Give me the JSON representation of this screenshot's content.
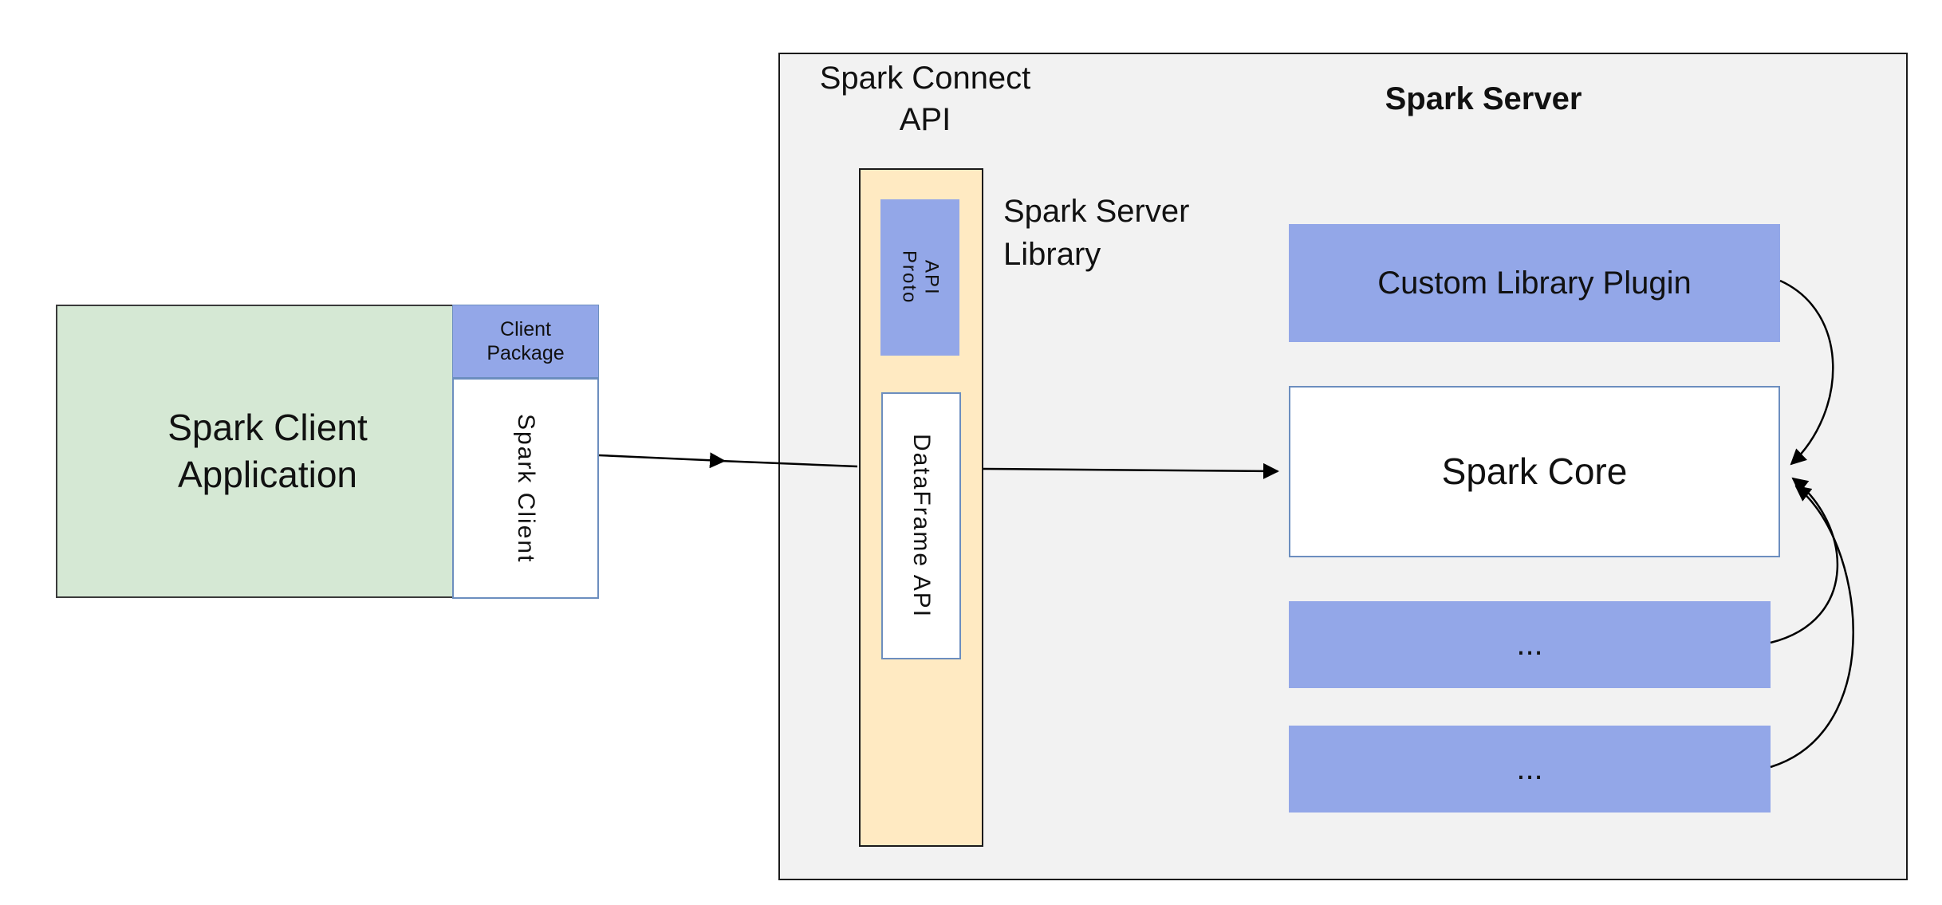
{
  "colors": {
    "blue-fill": "#93a7e8",
    "green-fill": "#d5e8d4",
    "yellow-fill": "#ffeac2",
    "gray-fill": "#f2f2f2",
    "blue-border": "#6c8ebf",
    "line": "#000000"
  },
  "client": {
    "app_label": "Spark Client Application",
    "package_label": "Client Package",
    "client_label": "Spark Client"
  },
  "server": {
    "connect_api_title": "Spark Connect API",
    "server_title": "Spark Server",
    "library_label": "Spark Server Library",
    "proto_api_label": "Proto API",
    "dataframe_api_label": "DataFrame API",
    "plugin_label": "Custom Library Plugin",
    "core_label": "Spark Core",
    "module_placeholder_1": "...",
    "module_placeholder_2": "..."
  }
}
